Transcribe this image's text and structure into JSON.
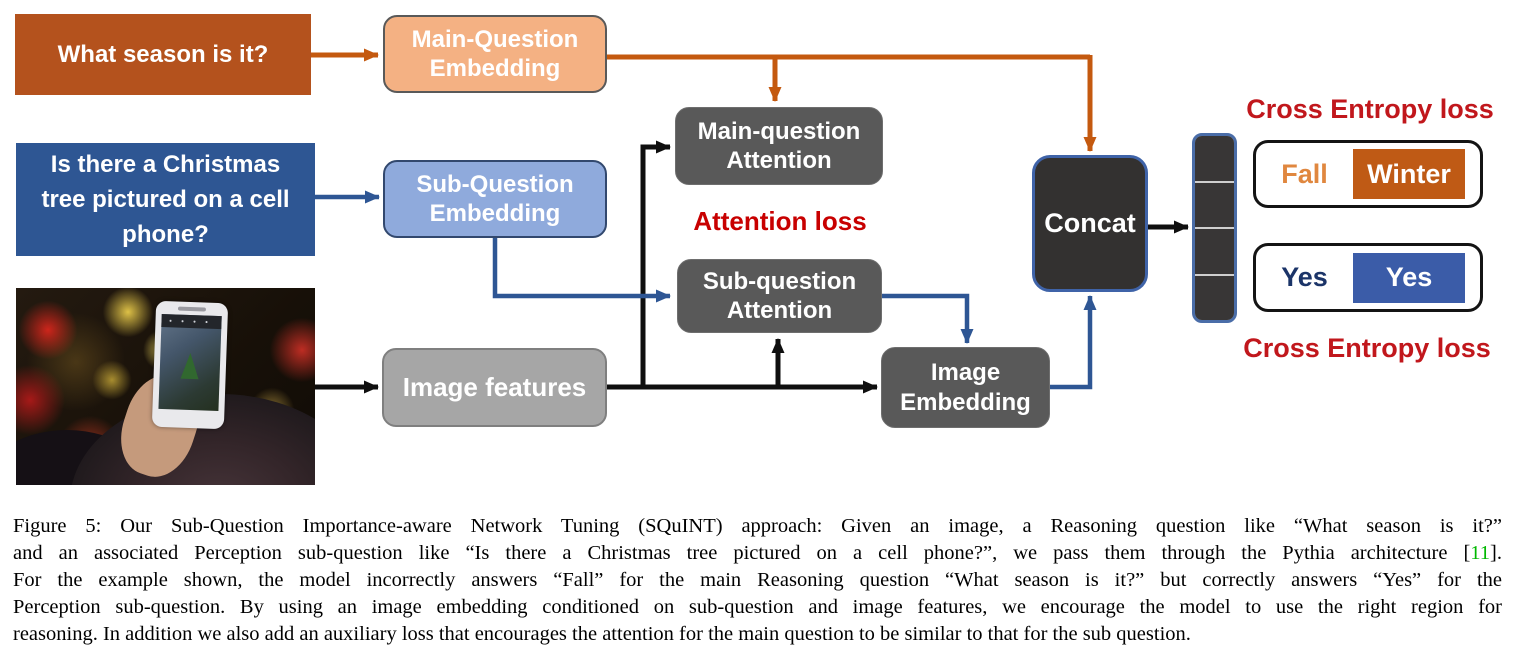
{
  "figure": {
    "inputs": {
      "main_question": "What season is it?",
      "sub_question_lines": [
        "Is there a Christmas",
        "tree pictured on a cell",
        "phone?"
      ],
      "photo_alt": "Photo of a person holding up a cell phone to photograph a Christmas tree amid blurred red and yellow holiday lights"
    },
    "boxes": {
      "main_q_embedding": "Main-Question Embedding",
      "sub_q_embedding": "Sub-Question Embedding",
      "image_features": "Image features",
      "main_q_attention": "Main-question Attention",
      "sub_q_attention": "Sub-question Attention",
      "image_embedding": "Image Embedding",
      "concat": "Concat"
    },
    "loss_labels": {
      "attention_loss": "Attention loss",
      "cross_entropy_top": "Cross Entropy loss",
      "cross_entropy_bottom": "Cross Entropy loss"
    },
    "answers": {
      "main_pred": "Fall",
      "main_truth": "Winter",
      "sub_pred": "Yes",
      "sub_truth": "Yes"
    },
    "colors": {
      "orange_dark": "#b4521d",
      "orange_light": "#f4b183",
      "orange_arrow": "#c4590f",
      "blue_dark": "#2e5693",
      "blue_light": "#8faadc",
      "blue_arrow": "#2e5694",
      "gray_box": "#595959",
      "gray_light_box": "#a6a6a6",
      "concat_fill": "#333130",
      "loss_red": "#c1171c",
      "answer_pred_orange": "#e0873f",
      "answer_truth_orange": "#bf5a15",
      "answer_pred_navy": "#1b3468",
      "answer_truth_blue": "#3b5ca8",
      "citation_green": "#00b800"
    }
  },
  "caption": {
    "line1": "Figure 5:  Our Sub-Question Importance-aware Network Tuning (SQuINT) approach:  Given an image, a Reasoning question like “What season is it?”",
    "line2_pre": "and an associated Perception sub-question like “Is there a Christmas tree pictured on a cell phone?”, we pass them through the Pythia architecture [",
    "cite": "11",
    "line2_post": "].",
    "line3": "For the example shown, the model incorrectly answers “Fall” for the main Reasoning question “What season is it?”  but correctly answers “Yes” for the",
    "line4": "Perception sub-question. By using an image embedding conditioned on sub-question and image features, we encourage the model to use the right region for",
    "line5": "reasoning. In addition we also add an auxiliary loss that encourages the attention for the main question to be similar to that for the sub question."
  }
}
